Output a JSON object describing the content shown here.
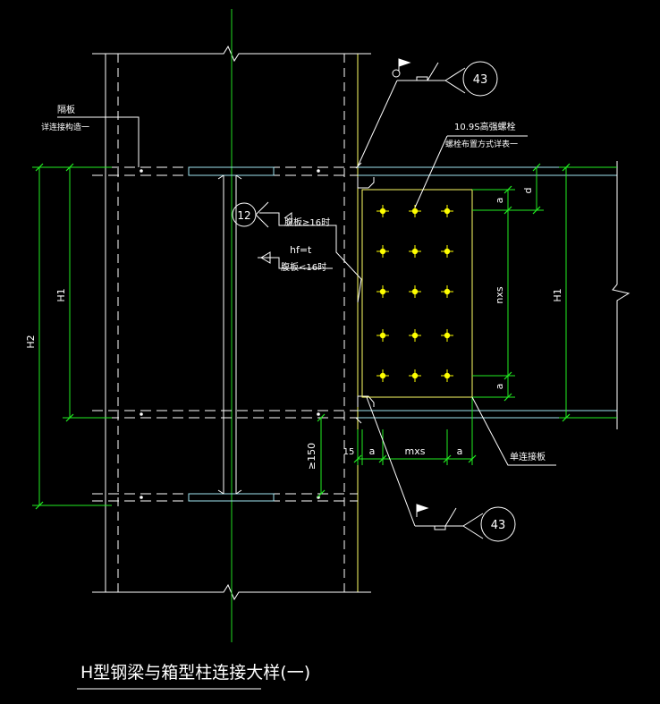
{
  "drawing": {
    "title": "H型钢梁与箱型柱连接大样(一)",
    "colors": {
      "background": "#000000",
      "structure": "#ffffff",
      "plate": "#9fe3ef",
      "dimension": "#22ee22",
      "column_axis": "#22dd22",
      "bolt": "#ffff00",
      "weld_plate_line": "#ffff66"
    },
    "labels": {
      "diaphragm": "隔板",
      "diaphragm_note": "详连接构造一",
      "bolt_spec": "10.9S高强螺栓",
      "bolt_note": "螺栓布置方式详表一",
      "single_plate": "单连接板",
      "weld_condition_1": "腹板≥16时",
      "weld_hf": "hf=t",
      "weld_condition_2": "腹板<16时"
    },
    "callouts": {
      "detail_43": "43",
      "detail_12": "12"
    },
    "dimensions": {
      "H1": "H1",
      "H2": "H2",
      "a": "a",
      "d": "d",
      "nxs": "nxs",
      "mxs": "mxs",
      "fifteen": "15",
      "ge150": "≥150"
    }
  }
}
